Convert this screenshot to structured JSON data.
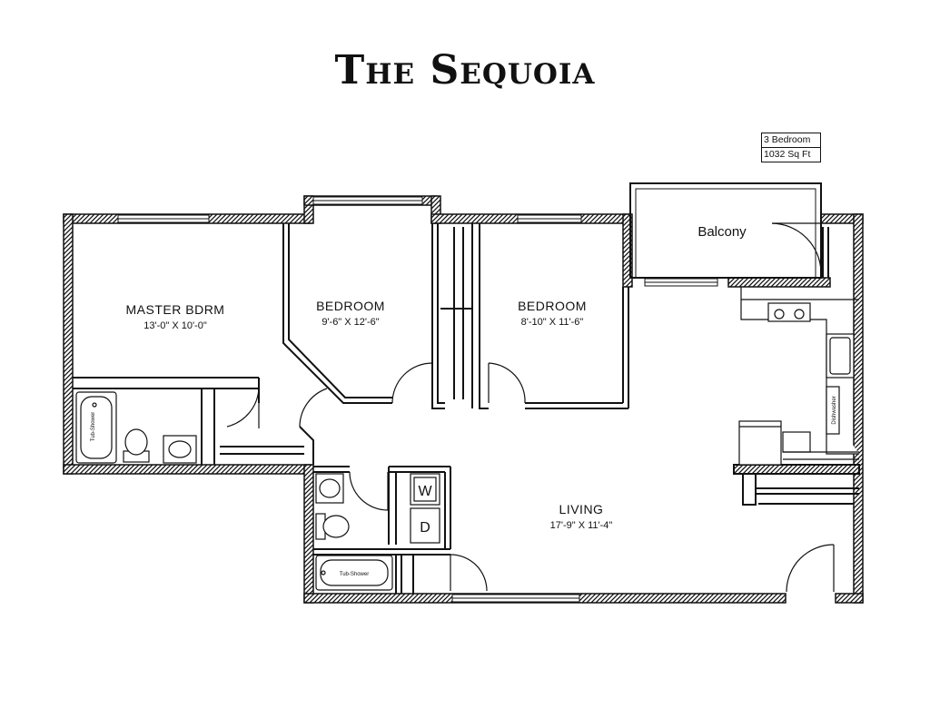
{
  "title": "The Sequoia",
  "info": {
    "bedrooms": "3 Bedroom",
    "area": "1032 Sq Ft"
  },
  "rooms": {
    "master": {
      "name": "MASTER BDRM",
      "dims": "13'-0\" X 10'-0\""
    },
    "bedroom2": {
      "name": "BEDROOM",
      "dims": "9'-6\" X 12'-6\""
    },
    "bedroom3": {
      "name": "BEDROOM",
      "dims": "8'-10\" X 11'-6\""
    },
    "living": {
      "name": "LIVING",
      "dims": "17'-9\" X 11'-4\""
    },
    "balcony": {
      "name": "Balcony"
    }
  },
  "fixtures": {
    "tub1": "Tub-Shower",
    "tub2": "Tub-Shower",
    "washer": "W",
    "dryer": "D",
    "dishwasher": "Dishwasher"
  }
}
